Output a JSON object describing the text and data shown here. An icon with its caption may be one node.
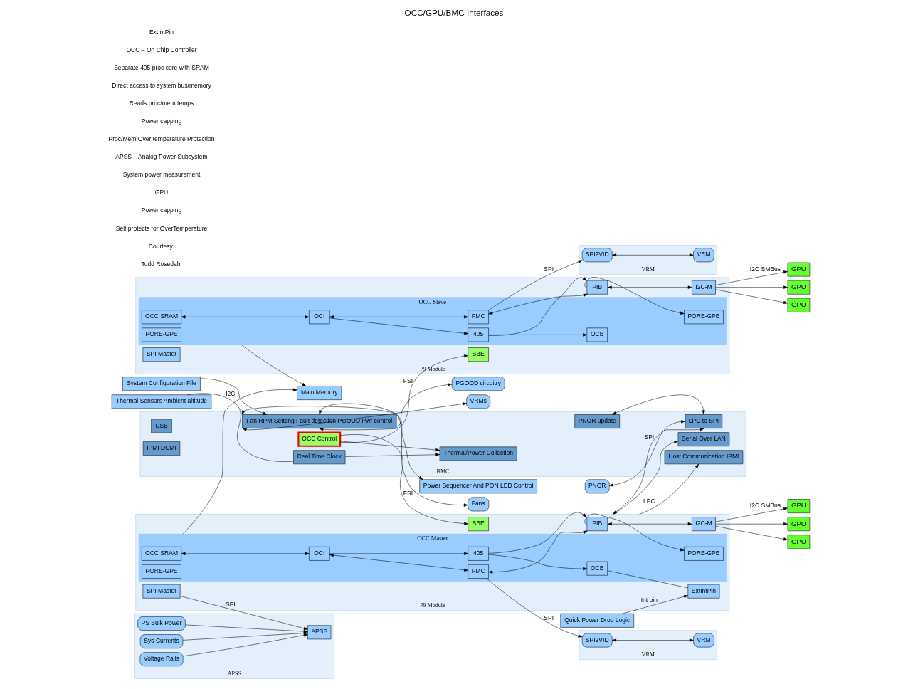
{
  "diagram": {
    "title": "OCC/GPU/BMC Interfaces",
    "nodes": [
      {
        "text": [
          "Main Memory"
        ]
      },
      {
        "text": [
          "P9 Module"
        ]
      },
      {
        "text": [
          "OCC Master"
        ],
        "in": 1
      },
      {
        "text": [
          "OCC SRAM"
        ],
        "in": 2
      },
      {
        "text": [
          "OCI"
        ],
        "in": 2
      },
      {
        "text": [
          "405"
        ],
        "in": 2
      },
      {
        "text": [
          "PORE-GPE"
        ],
        "in": 2
      },
      {
        "text": [
          "PORE-GPE"
        ],
        "in": 2
      },
      {
        "text": [
          "OCB"
        ],
        "in": 2
      },
      {
        "text": [
          "PMC"
        ],
        "in": 2
      },
      {
        "text": [
          "PIB"
        ],
        "in": 1
      },
      {
        "text": [
          "I2C-M"
        ],
        "in": 1
      },
      {
        "text": [
          "SPI Master"
        ],
        "in": 1
      },
      {
        "text": [
          "SBE"
        ],
        "in": 1
      },
      {
        "text": [
          "ExtIntPin"
        ],
        "in": 1
      },
      {
        "text": [
          "P9 Module"
        ]
      },
      {
        "text": [
          "OCC Slave"
        ],
        "in": 15
      },
      {
        "text": [
          "OCC SRAM"
        ],
        "in": 16
      },
      {
        "text": [
          "OCI"
        ],
        "in": 16
      },
      {
        "text": [
          "405"
        ],
        "in": 16
      },
      {
        "text": [
          "PORE-GPE"
        ],
        "in": 16
      },
      {
        "text": [
          "PORE-GPE"
        ],
        "in": 16
      },
      {
        "text": [
          "OCB"
        ],
        "in": 16
      },
      {
        "text": [
          "PMC"
        ],
        "in": 16
      },
      {
        "text": [
          "PIB"
        ],
        "in": 15
      },
      {
        "text": [
          "I2C-M"
        ],
        "in": 15
      },
      {
        "text": [
          "SPI Master"
        ],
        "in": 15
      },
      {
        "text": [
          "SBE"
        ],
        "in": 15
      },
      {
        "text": [
          "GPU"
        ]
      },
      {
        "text": [
          "GPU"
        ]
      },
      {
        "text": [
          "GPU"
        ]
      },
      {
        "text": [
          "GPU"
        ]
      },
      {
        "text": [
          "GPU"
        ]
      },
      {
        "text": [
          "GPU"
        ]
      },
      {
        "text": [
          "VRM"
        ]
      },
      {
        "text": [
          "SPI2VID"
        ],
        "in": 34
      },
      {
        "text": [
          "VRM"
        ],
        "in": 34
      },
      {
        "text": [
          "VRM"
        ]
      },
      {
        "text": [
          "SPI2VID"
        ],
        "in": 37
      },
      {
        "text": [
          "VRM"
        ],
        "in": 37
      },
      {
        "text": [
          "APSS"
        ]
      },
      {
        "text": [
          "Sys Currents"
        ],
        "in": 40
      },
      {
        "text": [
          "Voltage Rails"
        ],
        "in": 40
      },
      {
        "text": [
          "PS Bulk Power"
        ],
        "in": 40
      },
      {
        "text": [
          "APSS"
        ],
        "in": 40
      },
      {
        "text": [
          "Quick Power Drop Logic"
        ]
      },
      {
        "text": [
          "BMC"
        ]
      },
      {
        "text": [
          "OCC Control"
        ],
        "in": 46
      },
      {
        "text": [
          "USB"
        ],
        "in": 46
      },
      {
        "text": [
          "IPMI DCMI"
        ],
        "in": 46
      },
      {
        "text": [
          "Thermal/Power Collection"
        ],
        "in": 46
      },
      {
        "text": [
          "Real Time Clock"
        ],
        "in": 46
      },
      {
        "text": [
          "Fan RPM Settting Fault detection PGOOD Pwr control"
        ],
        "in": 46
      },
      {
        "text": [
          "PNOR update"
        ],
        "in": 46
      },
      {
        "text": [
          "LPC to SPI"
        ],
        "in": 46
      },
      {
        "text": [
          "Serial Over LAN"
        ],
        "in": 46
      },
      {
        "text": [
          "Host Communication IPMI"
        ],
        "in": 46
      },
      {
        "text": [
          "Thermal Sensors Ambient altitude"
        ]
      },
      {
        "text": [
          "System Configuration File"
        ]
      },
      {
        "text": [
          "Power Sequencer And PON LED Control"
        ]
      },
      {
        "text": [
          "Fans"
        ]
      },
      {
        "text": [
          "VRMs"
        ]
      },
      {
        "text": [
          "PGOOD circuitry"
        ]
      },
      {
        "text": [
          "PNOR"
        ]
      }
    ],
    "edges": [
      {
        "from": 2,
        "to": 0,
        "arrow": "to"
      },
      {
        "from": 16,
        "to": 0,
        "arrow": "to"
      },
      {
        "from": 3,
        "to": 4,
        "arrow": "both"
      },
      {
        "from": 4,
        "to": 5,
        "arrow": "to"
      },
      {
        "from": 5,
        "to": 10,
        "arrow": "to"
      },
      {
        "from": 5,
        "to": 8,
        "arrow": "to"
      },
      {
        "from": 4,
        "to": 9,
        "arrow": "both"
      },
      {
        "from": 10,
        "to": 6,
        "arrow": "to"
      },
      {
        "from": 9,
        "to": 10,
        "arrow": "both"
      },
      {
        "from": 10,
        "to": 11,
        "arrow": "both"
      },
      {
        "from": 8,
        "to": 14,
        "arrow": "none"
      },
      {
        "from": 17,
        "to": 18,
        "arrow": "both"
      },
      {
        "from": 18,
        "to": 19,
        "arrow": "to"
      },
      {
        "from": 19,
        "to": 24,
        "arrow": "to"
      },
      {
        "from": 19,
        "to": 22,
        "arrow": "to"
      },
      {
        "from": 18,
        "to": 23,
        "arrow": "both"
      },
      {
        "from": 24,
        "to": 20,
        "arrow": "to"
      },
      {
        "from": 23,
        "to": 24,
        "arrow": "both"
      },
      {
        "from": 24,
        "to": 25,
        "arrow": "both"
      },
      {
        "from": 11,
        "to": 28,
        "arrow": "to",
        "label": "I2C SMBus"
      },
      {
        "from": 11,
        "to": 29,
        "arrow": "to"
      },
      {
        "from": 11,
        "to": 30,
        "arrow": "to"
      },
      {
        "from": 25,
        "to": 31,
        "arrow": "to",
        "label": "I2C SMBus"
      },
      {
        "from": 25,
        "to": 32,
        "arrow": "to"
      },
      {
        "from": 25,
        "to": 33,
        "arrow": "to"
      },
      {
        "from": 9,
        "to": 35,
        "arrow": "to",
        "label": "SPI"
      },
      {
        "from": 35,
        "to": 36,
        "arrow": "both"
      },
      {
        "from": 23,
        "to": 38,
        "arrow": "to",
        "label": "SPI"
      },
      {
        "from": 38,
        "to": 39,
        "arrow": "both"
      },
      {
        "from": 12,
        "to": 44,
        "arrow": "to",
        "label": "SPI"
      },
      {
        "from": 41,
        "to": 44,
        "arrow": "to"
      },
      {
        "from": 42,
        "to": 44,
        "arrow": "to"
      },
      {
        "from": 43,
        "to": 44,
        "arrow": "to"
      },
      {
        "from": 45,
        "to": 14,
        "arrow": "to",
        "label": "Int pin"
      },
      {
        "from": 47,
        "to": 13,
        "arrow": "to",
        "label": "FSI"
      },
      {
        "from": 47,
        "to": 27,
        "arrow": "to",
        "label": "FSI"
      },
      {
        "from": 47,
        "to": 50,
        "arrow": "to"
      },
      {
        "from": 57,
        "to": 51,
        "arrow": "none",
        "label": "I2C"
      },
      {
        "from": 51,
        "to": 50,
        "arrow": "to"
      },
      {
        "from": 58,
        "to": 52,
        "arrow": "to"
      },
      {
        "from": 52,
        "to": 60,
        "arrow": "both"
      },
      {
        "from": 52,
        "to": 59,
        "arrow": "both"
      },
      {
        "from": 52,
        "to": 61,
        "arrow": "both"
      },
      {
        "from": 52,
        "to": 62,
        "arrow": "both"
      },
      {
        "from": 53,
        "to": 54,
        "arrow": "both"
      },
      {
        "from": 63,
        "to": 54,
        "arrow": "both",
        "label": "SPI"
      },
      {
        "from": 1,
        "to": 56,
        "arrow": "to",
        "label": "LPC"
      },
      {
        "from": 1,
        "to": 54,
        "arrow": "both"
      },
      {
        "from": 1,
        "to": 55,
        "arrow": "to"
      }
    ],
    "labels": [
      "ExtIntPin",
      "OCC – On Chip Controller",
      "Separate 405 proc core with SRAM",
      "Direct access to system bus/memory",
      "Reads proc/mem temps",
      "Power capping",
      "Proc/Mem Over temperature Protection",
      "APSS – Analog Power Subsystem",
      "System power measurement",
      "GPU",
      "Power capping",
      "Self protects for OverTemperature",
      "Courtesy:",
      "Todd Rosedahl"
    ]
  }
}
